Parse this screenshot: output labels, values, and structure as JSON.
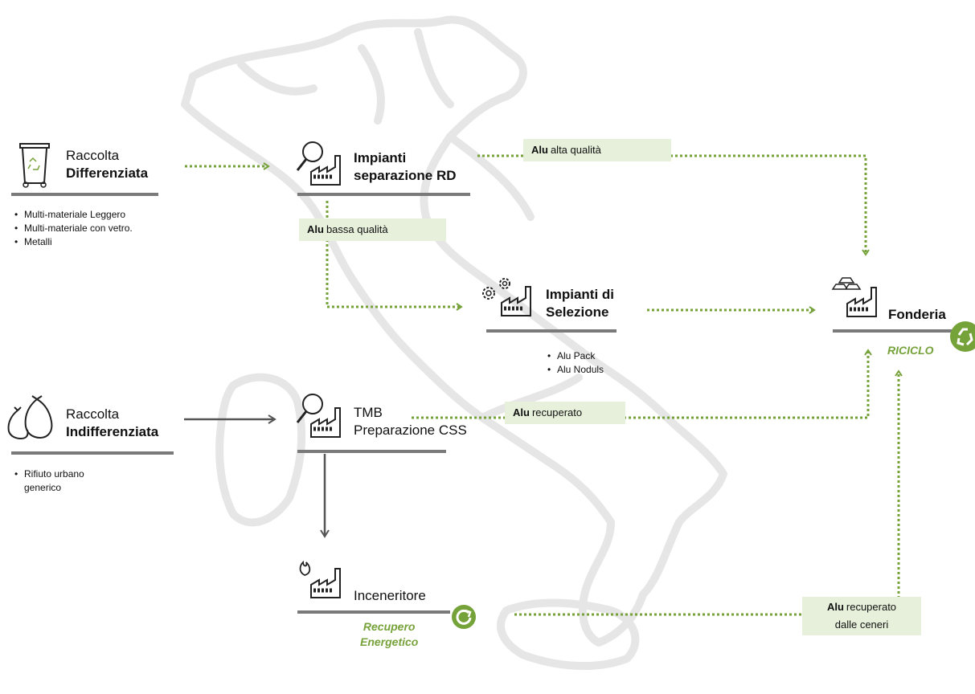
{
  "colors": {
    "green": "#76a23a",
    "green_light": "#e6f0da",
    "gray_line": "#7a7a7a",
    "map": "#e8e8e8"
  },
  "nodes": {
    "raccolta_diff": {
      "line1": "Raccolta",
      "line2": "Differenziata",
      "icon": "recycle-bin-icon",
      "bullets": [
        "Multi-materiale Leggero",
        "Multi-materiale con vetro.",
        "Metalli"
      ]
    },
    "impianti_sep": {
      "line1": "Impianti",
      "line2": "separazione RD",
      "icon": "factory-magnifier-icon"
    },
    "impianti_sel": {
      "line1": "Impianti di",
      "line2": "Selezione",
      "icon": "factory-gears-icon",
      "bullets": [
        "Alu Pack",
        "Alu Noduls"
      ]
    },
    "fonderia": {
      "line1": "Fonderia",
      "icon": "factory-ingots-icon",
      "note": "RICICLO",
      "badge_icon": "recycle-badge-icon"
    },
    "raccolta_indiff": {
      "line1": "Raccolta",
      "line2": "Indifferenziata",
      "icon": "trash-bags-icon",
      "bullets": [
        "Rifiuto urbano generico"
      ]
    },
    "tmb": {
      "line1": "TMB",
      "line2": "Preparazione CSS",
      "icon": "factory-magnifier-icon"
    },
    "inceneritore": {
      "line1": "Inceneritore",
      "icon": "factory-flame-icon",
      "note_line1": "Recupero",
      "note_line2": "Energetico",
      "badge_icon": "energy-recovery-badge-icon"
    }
  },
  "tags": {
    "alta": {
      "bold": "Alu",
      "text": "alta qualità"
    },
    "bassa": {
      "bold": "Alu",
      "text": "bassa qualità"
    },
    "recuperato": {
      "bold": "Alu",
      "text": "recuperato"
    },
    "ceneri": {
      "bold": "Alu",
      "text": "recuperato",
      "text2": "dalle ceneri"
    }
  }
}
